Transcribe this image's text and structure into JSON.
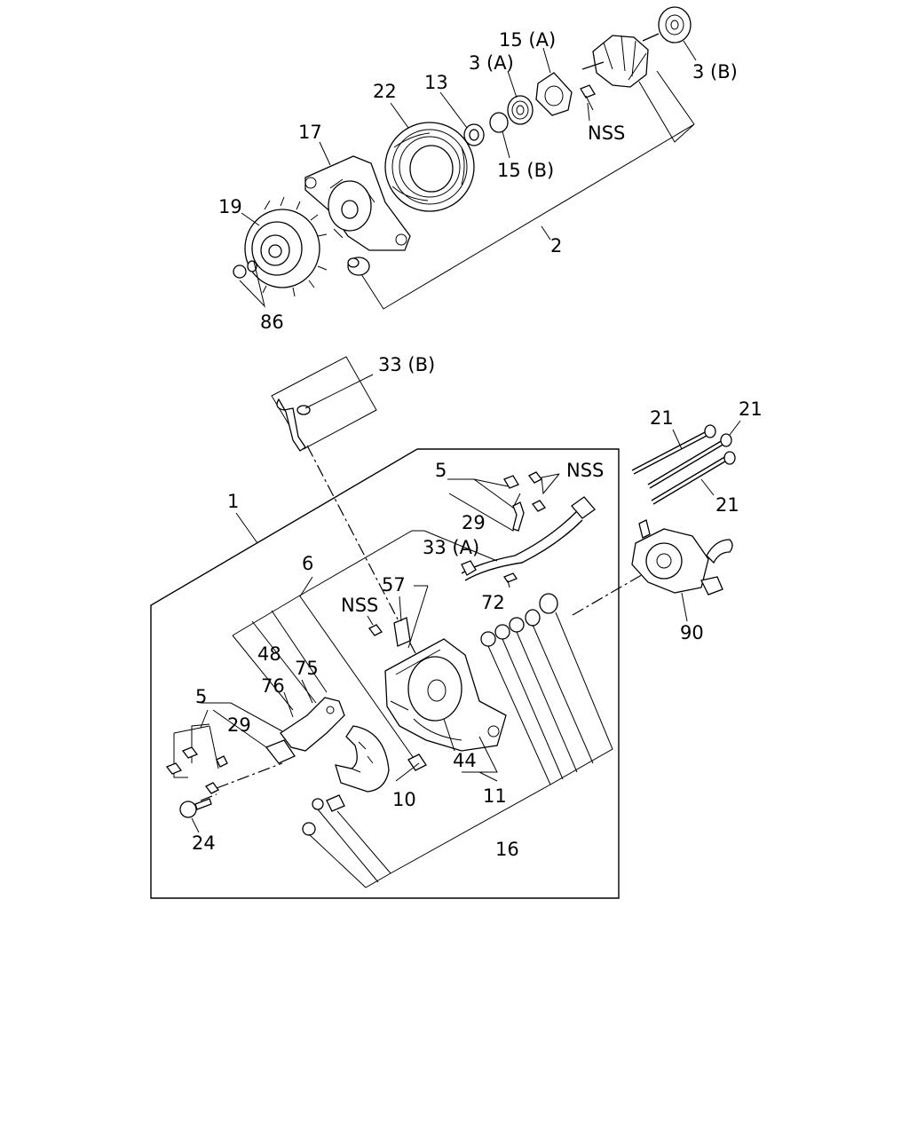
{
  "callouts": {
    "c15a": "15 (A)",
    "c3a": "3 (A)",
    "c3b": "3 (B)",
    "c13": "13",
    "c22": "22",
    "c17": "17",
    "c19": "19",
    "cnss_top": "NSS",
    "c15b": "15 (B)",
    "c2": "2",
    "c86": "86",
    "c33b": "33 (B)",
    "c21a": "21",
    "c21b": "21",
    "c21c": "21",
    "c5a": "5",
    "cnss_mid": "NSS",
    "c29a": "29",
    "c1": "1",
    "c33a": "33 (A)",
    "c6": "6",
    "c57": "57",
    "cnss_low": "NSS",
    "c72": "72",
    "c90": "90",
    "c48": "48",
    "c75": "75",
    "c76": "76",
    "c5b": "5",
    "c29b": "29",
    "c44": "44",
    "c11": "11",
    "c10": "10",
    "c24": "24",
    "c16": "16"
  }
}
